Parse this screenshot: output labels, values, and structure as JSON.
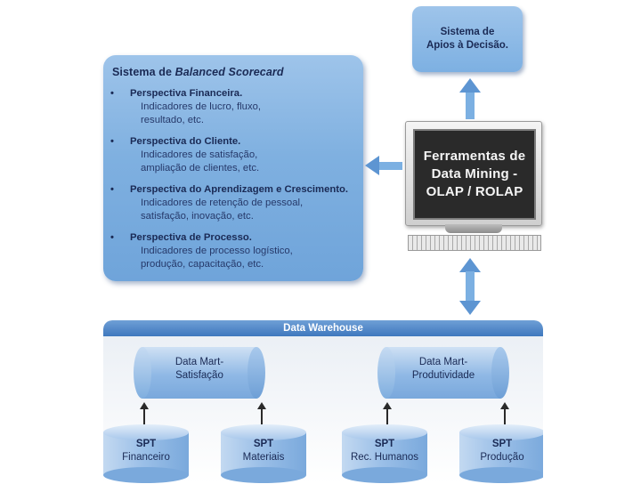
{
  "decision_support": {
    "line1": "Sistema de",
    "line2": "Apios à Decisão."
  },
  "scorecard": {
    "title_prefix": "Sistema de ",
    "title_emphasis": "Balanced Scorecard",
    "perspectives": [
      {
        "heading": "Perspectiva Financeira.",
        "desc1": "Indicadores de lucro, fluxo,",
        "desc2": "resultado, etc."
      },
      {
        "heading": "Perspectiva do Cliente.",
        "desc1": "Indicadores de satisfação,",
        "desc2": "ampliação de clientes, etc."
      },
      {
        "heading": "Perspectiva do Aprendizagem e Crescimento.",
        "desc1": "Indicadores de retenção de pessoal,",
        "desc2": "satisfação, inovação, etc."
      },
      {
        "heading": "Perspectiva de Processo.",
        "desc1": "Indicadores de processo logístico,",
        "desc2": "produção, capacitação, etc."
      }
    ],
    "bullet": "•"
  },
  "tools": {
    "line1": "Ferramentas de",
    "line2": "Data Mining -",
    "line3": "OLAP / ROLAP"
  },
  "warehouse": {
    "title": "Data Warehouse",
    "marts": [
      {
        "line1": "Data Mart-",
        "line2": "Satisfação"
      },
      {
        "line1": "Data Mart-",
        "line2": "Produtividade"
      }
    ],
    "sources": [
      {
        "code": "SPT",
        "name": "Financeiro"
      },
      {
        "code": "SPT",
        "name": "Materiais"
      },
      {
        "code": "SPT",
        "name": "Rec. Humanos"
      },
      {
        "code": "SPT",
        "name": "Produção"
      }
    ]
  }
}
